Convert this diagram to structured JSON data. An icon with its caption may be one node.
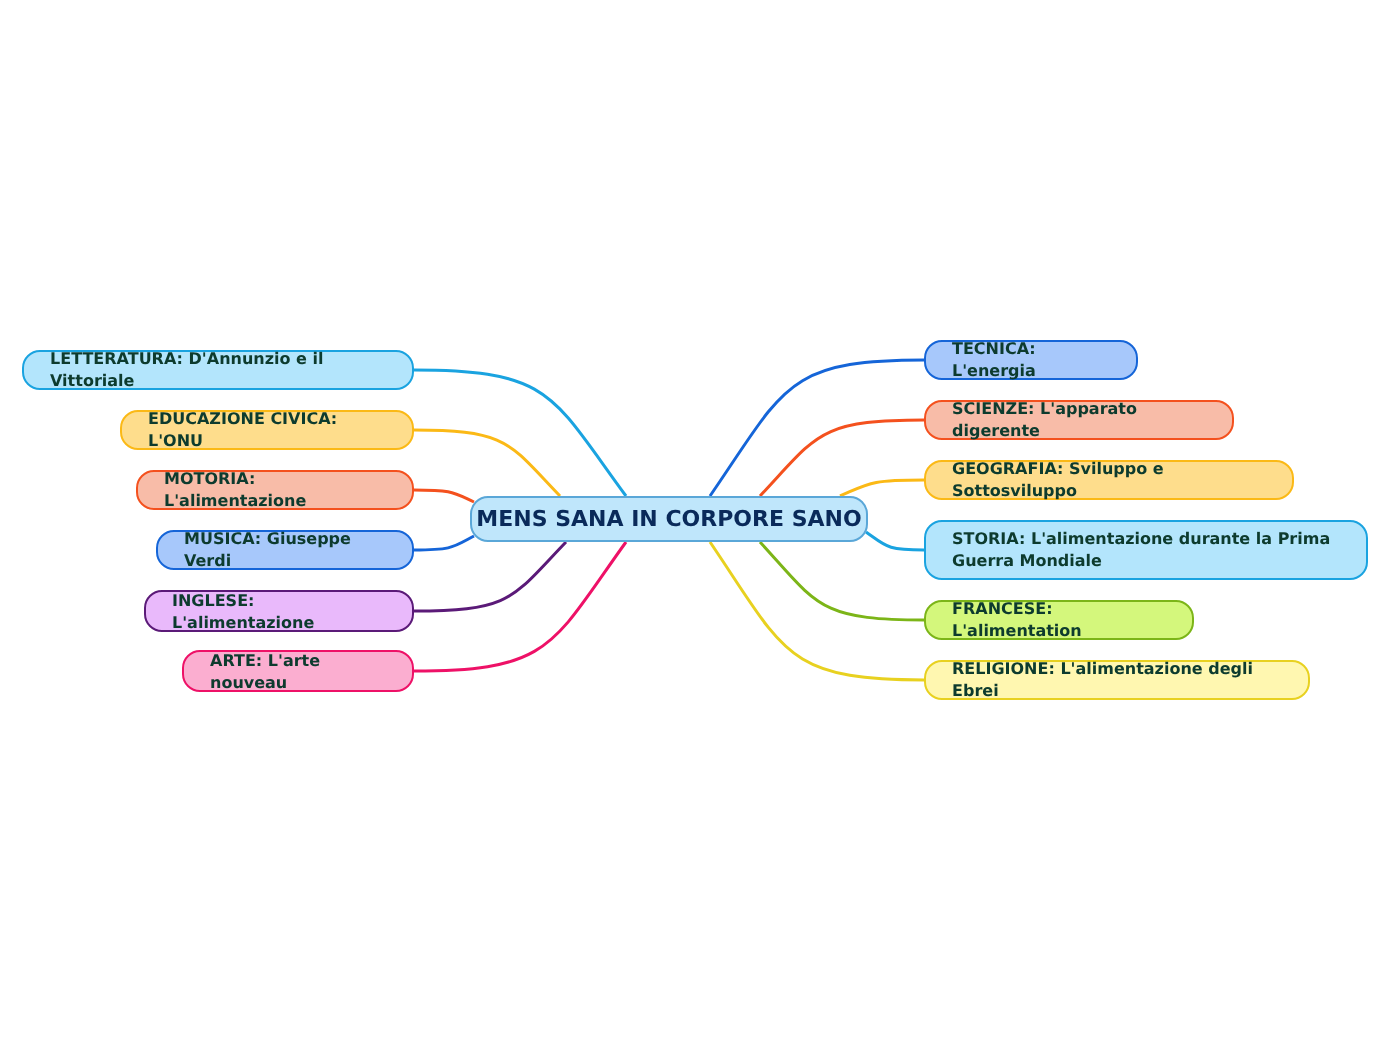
{
  "diagram": {
    "nodes": [
      {
        "text": [
          "MENS SANA IN CORPORE SANO"
        ]
      },
      {
        "text": [
          "TECNICA: L'energia"
        ]
      },
      {
        "text": [
          "SCIENZE: L'apparato digerente"
        ]
      },
      {
        "text": [
          "GEOGRAFIA: Sviluppo e Sottosviluppo"
        ]
      },
      {
        "text": [
          "STORIA: L'alimentazione durante la Prima Guerra Mondiale"
        ]
      },
      {
        "text": [
          "FRANCESE: L'alimentation"
        ]
      },
      {
        "text": [
          "RELIGIONE: L'alimentazione degli Ebrei"
        ]
      },
      {
        "text": [
          "LETTERATURA: D'Annunzio e il Vittoriale"
        ]
      },
      {
        "text": [
          "EDUCAZIONE CIVICA: L'ONU"
        ]
      },
      {
        "text": [
          "MOTORIA: L'alimentazione"
        ]
      },
      {
        "text": [
          "MUSICA: Giuseppe Verdi"
        ]
      },
      {
        "text": [
          "INGLESE: L'alimentazione"
        ]
      },
      {
        "text": [
          "ARTE: L'arte nouveau"
        ]
      }
    ],
    "edges": [
      {
        "from": 0,
        "to": 1,
        "arrow": "none",
        "color": "#1565d8"
      },
      {
        "from": 0,
        "to": 2,
        "arrow": "none",
        "color": "#f4511e"
      },
      {
        "from": 0,
        "to": 3,
        "arrow": "none",
        "color": "#fbb916"
      },
      {
        "from": 0,
        "to": 4,
        "arrow": "none",
        "color": "#1aa3e0"
      },
      {
        "from": 0,
        "to": 5,
        "arrow": "none",
        "color": "#7cb518"
      },
      {
        "from": 0,
        "to": 6,
        "arrow": "none",
        "color": "#e8d120"
      },
      {
        "from": 0,
        "to": 7,
        "arrow": "none",
        "color": "#1aa3e0"
      },
      {
        "from": 0,
        "to": 8,
        "arrow": "none",
        "color": "#fbb916"
      },
      {
        "from": 0,
        "to": 9,
        "arrow": "none",
        "color": "#f4511e"
      },
      {
        "from": 0,
        "to": 10,
        "arrow": "none",
        "color": "#1565d8"
      },
      {
        "from": 0,
        "to": 11,
        "arrow": "none",
        "color": "#5b1a78"
      },
      {
        "from": 0,
        "to": 12,
        "arrow": "none",
        "color": "#ee1167"
      }
    ]
  }
}
